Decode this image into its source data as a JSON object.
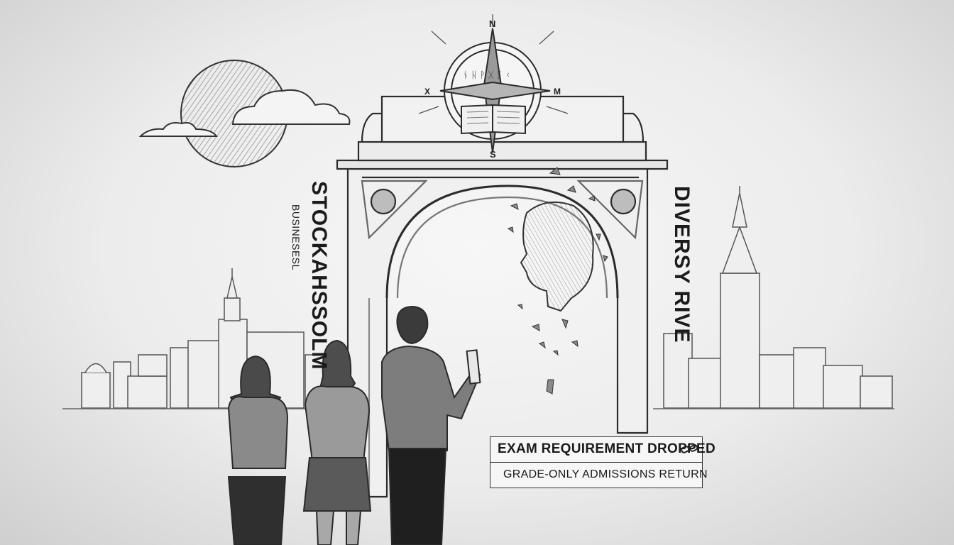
{
  "left_label": {
    "title": "STOCKAHSSOLM",
    "subtitle": "BUSINESESL"
  },
  "right_label": {
    "title": "DIVERSY RIVE"
  },
  "compass": {
    "n": "N",
    "s": "S",
    "e": "M",
    "w": "X",
    "glyphs": "ᚾ ᚺ ᚹ ᚷ ᛈ ᚲ"
  },
  "sign": {
    "headline": "EXAM REQUIREMENT DROPPED",
    "subline": "GRADE-ONLY ADMISSIONS RETURN",
    "icon": "broken-chain-icon"
  },
  "colors": {
    "ink": "#1b1b1b",
    "paper": "#f3f3f3",
    "shade": "#7a7a7a"
  }
}
